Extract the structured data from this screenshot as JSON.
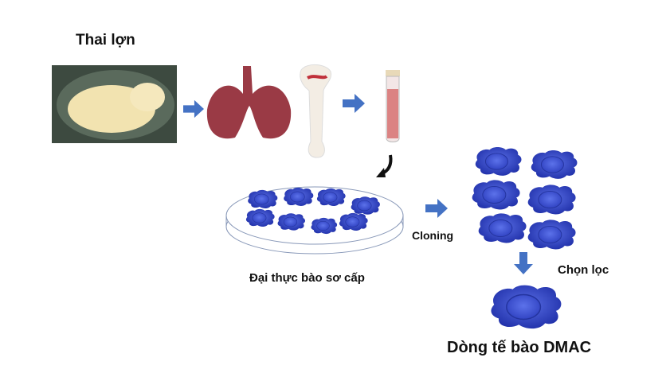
{
  "labels": {
    "fetus": "Thai lợn",
    "primary_macrophages": "Đại thực bào sơ cấp",
    "cloning": "Cloning",
    "selection": "Chọn lọc",
    "cell_line": "Dòng tế bào DMAC"
  },
  "colors": {
    "arrow": "#4472c4",
    "cell": "#2b3fc4",
    "nucleus": "#3d55d8"
  }
}
